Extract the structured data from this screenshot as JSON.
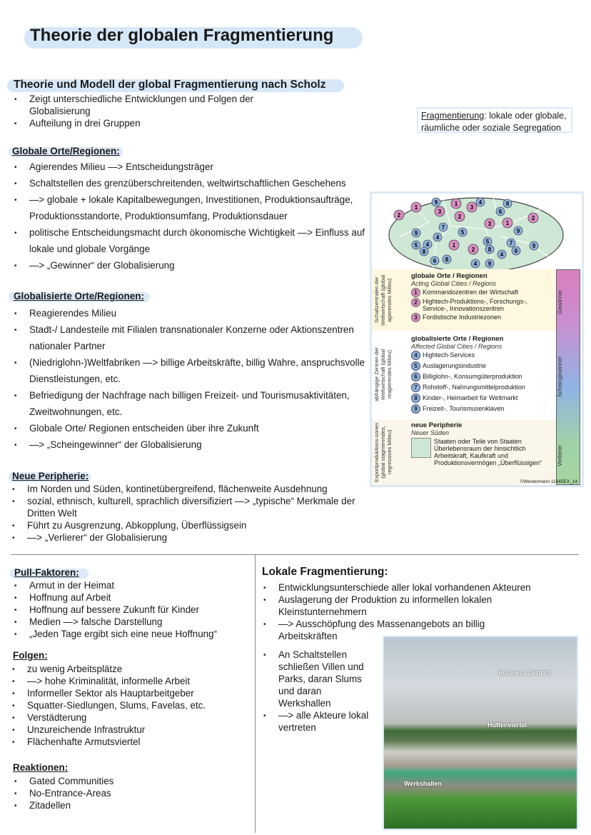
{
  "title": "Theorie der globalen Fragmentierung",
  "intro": {
    "heading": "Theorie und Modell der global Fragmentierung nach Scholz",
    "bullets": [
      "Zeigt unterschiedliche Entwicklungen und Folgen der Globalisierung",
      "Aufteilung in drei Gruppen"
    ]
  },
  "definition": {
    "term": "Fragmentierung",
    "text": ": lokale oder globale, räumliche oder soziale Segregation"
  },
  "globale": {
    "heading": "Globale Orte/Regionen:",
    "bullets": [
      "Agierendes Milieu —> Entscheidungsträger",
      "Schaltstellen des grenzüberschreitenden, weltwirtschaftlichen Geschehens",
      "—> globale + lokale Kapitalbewegungen, Investitionen, Produktionsaufträge, Produktionsstandorte, Produktionsumfang, Produktionsdauer",
      "politische Entscheidungsmacht durch ökonomische Wichtigkeit —> Einfluss auf lokale und globale Vorgänge",
      "—> „Gewinner“ der Globalisierung"
    ]
  },
  "globalisierte": {
    "heading": "Globalisierte Orte/Regionen:",
    "bullets": [
      "Reagierendes Milieu",
      "Stadt-/ Landesteile mit Filialen transnationaler Konzerne oder Aktionszentren nationaler Partner",
      "(Niedriglohn-)Weltfabriken —> billige Arbeitskräfte, billig Wahre, anspruchsvolle Dienstleistungen, etc.",
      "Befriedigung der Nachfrage nach billigen Freizeit- und Tourismusaktivitäten, Zweitwohnungen, etc.",
      "Globale Orte/ Regionen entscheiden über ihre Zukunft",
      "—> „Scheingewinner“ der Globalisierung"
    ]
  },
  "peripherie": {
    "heading": "Neue Peripherie:",
    "bullets": [
      "Im Norden und Süden, kontinetübergreifend, flächenweite Ausdehnung",
      "sozial, ethnisch, kulturell, sprachlich diversifiziert —> „typische“ Merkmale der Dritten Welt",
      "Führt zu Ausgrenzung, Abkopplung, Überflüssigsein",
      "—> „Verlierer“ der Globalisierung"
    ]
  },
  "diagram": {
    "band1": {
      "side": "Schaltzentralen der Weltwirtschaft (global agierendes Milieu)",
      "title": "globale Orte / Regionen",
      "subtitle": "Acting Global Cities / Regions",
      "items": [
        {
          "n": "1",
          "t": "Kommandozentren der Wirtschaft"
        },
        {
          "n": "2",
          "t": "Hightech-Produktions-, Forschungs-, Service-, Innovationszentren"
        },
        {
          "n": "3",
          "t": "Fordistische Industriezonen"
        }
      ]
    },
    "band2": {
      "side": "abhängige Zentren der Weltwirtschaft (global reagierendes Milieu)",
      "title": "globalisierte Orte / Regionen",
      "subtitle": "Affected Global Cities / Regions",
      "items": [
        {
          "n": "4",
          "t": "Hightech-Services"
        },
        {
          "n": "5",
          "t": "Auslagerungsindustrie"
        },
        {
          "n": "6",
          "t": "Billiglohn-, Konsumgüterproduktion"
        },
        {
          "n": "7",
          "t": "Rohstoff-, Nahrungsmittelproduktion"
        },
        {
          "n": "8",
          "t": "Kinder-, Heimarbeit für Weltmarkt"
        },
        {
          "n": "9",
          "t": "Freizeit-, Tourismusenklaven"
        }
      ]
    },
    "band3": {
      "side": "Exportproduktions-zonen (global stagnierendes, regressives Milieu)",
      "title": "neue Peripherie",
      "subtitle": "Neuer Süden",
      "line1": "Staaten oder Teile von Staaten",
      "line2": "Überlebensraum der hinsichtlich Arbeitskraft, Kaufkraft und Produktionsvermögen „Überflüssigen“"
    },
    "scale": [
      "Gewinner",
      "Scheingewinner",
      "Verlierer"
    ],
    "copyright": "©Westermann 11945EX_14",
    "map_markers": [
      [
        "1",
        "pk"
      ],
      [
        "2",
        "pk"
      ],
      [
        "3",
        "pk"
      ],
      [
        "1",
        "pk"
      ],
      [
        "3",
        "pk"
      ],
      [
        "2",
        "pk"
      ],
      [
        "3",
        "pk"
      ],
      [
        "1",
        "pk"
      ],
      [
        "2",
        "pk"
      ],
      [
        "1",
        "pk"
      ],
      [
        "2",
        "pk"
      ],
      [
        "9",
        "bl"
      ],
      [
        "4",
        "bl"
      ],
      [
        "9",
        "bl"
      ],
      [
        "6",
        "bl"
      ],
      [
        "7",
        "bl"
      ],
      [
        "9",
        "bl"
      ],
      [
        "5",
        "bl"
      ],
      [
        "9",
        "bl"
      ],
      [
        "4",
        "bl"
      ],
      [
        "5",
        "bl"
      ],
      [
        "4",
        "bl"
      ],
      [
        "8",
        "bl"
      ],
      [
        "5",
        "bl"
      ],
      [
        "7",
        "bl"
      ],
      [
        "9",
        "bl"
      ],
      [
        "8",
        "bl"
      ],
      [
        "4",
        "bl"
      ],
      [
        "6",
        "bl"
      ],
      [
        "6",
        "bl"
      ],
      [
        "8",
        "bl"
      ],
      [
        "4",
        "bl"
      ],
      [
        "9",
        "bl"
      ]
    ],
    "colors": {
      "pink": "#d88fc0",
      "blue": "#8fb2dc",
      "land": "#cfe8d6"
    }
  },
  "pull": {
    "heading": "Pull-Faktoren:",
    "bullets": [
      "Armut in der Heimat",
      "Hoffnung auf Arbeit",
      "Hoffnung auf bessere Zukunft für Kinder",
      "Medien —> falsche Darstellung",
      "„Jeden Tage ergibt sich eine neue Hoffnung“"
    ]
  },
  "folgen": {
    "heading": "Folgen:",
    "bullets": [
      "zu wenig Arbeitsplätze",
      "—> hohe Kriminalität, informelle Arbeit",
      "Informeller Sektor als Hauptarbeitgeber",
      "Squatter-Siedlungen, Slums, Favelas, etc.",
      "Verstädterung",
      "Unzureichende Infrastruktur",
      "Flächenhafte Armutsviertel"
    ]
  },
  "reaktionen": {
    "heading": "Reaktionen:",
    "bullets": [
      "Gated Communities",
      "No-Entrance-Areas",
      "Zitadellen"
    ]
  },
  "lokal": {
    "heading": "Lokale Fragmentierung:",
    "bullets": [
      "Entwicklungsunterschiede aller lokal vorhandenen Akteuren",
      "Auslagerung der Produktion zu informellen lokalen Kleinstunternehmern",
      "—> Ausschöpfung des Massenangebots an billig Arbeitskräften"
    ],
    "bullets2": [
      "An Schaltstellen schließen Villen und Parks, daran Slums und daran Werkshallen",
      "—> alle Akteure lokal vertreten"
    ]
  },
  "photo": {
    "labels": [
      "Business District",
      "Hüttenviertel",
      "Werkshallen"
    ]
  }
}
